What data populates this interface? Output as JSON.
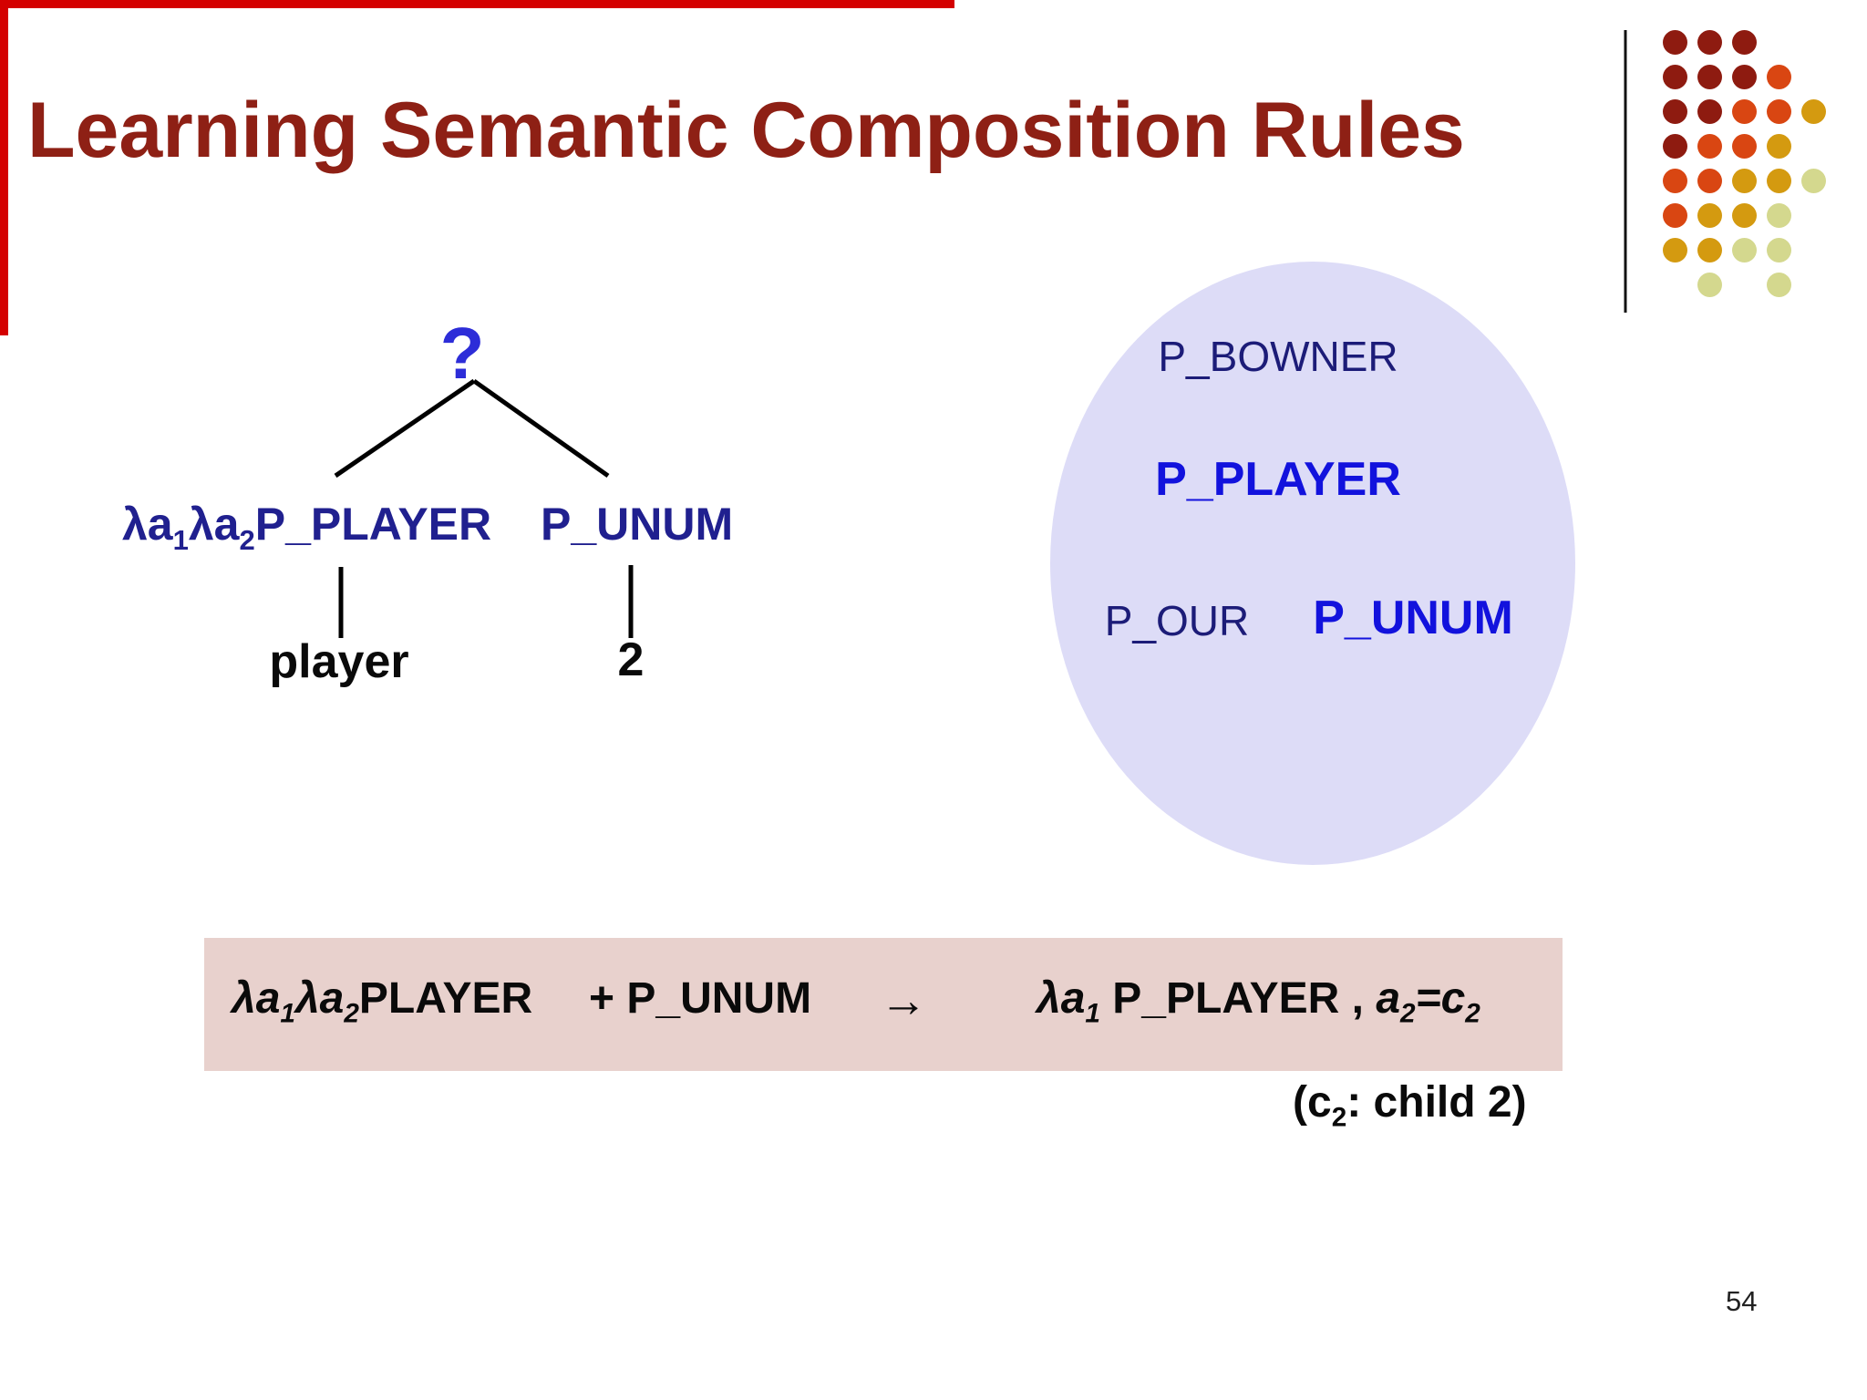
{
  "slide": {
    "title": "Learning Semantic Composition Rules",
    "page_number": "54"
  },
  "colors": {
    "title_maroon": "#8e2015",
    "accent_line_red": "#d40000",
    "tree_navy": "#20208f",
    "tree_bright_blue": "#1212dd",
    "tree_dim_navy": "#1c1c78",
    "question_blue": "#2d2dd8",
    "ellipse_fill": "#dddcf7",
    "rule_box_fill": "#e8d1cd",
    "text_black": "#0a0a0a"
  },
  "left_tree": {
    "root": "?",
    "left_node": {
      "l1": "λa",
      "s1": "1",
      "l2": "λa",
      "s2": "2",
      "rest": "P_PLAYER"
    },
    "right_node": "P_UNUM",
    "left_leaf": "player",
    "right_leaf": "2"
  },
  "right_tree": {
    "root": "P_BOWNER",
    "mid": "P_PLAYER",
    "left_leaf": "P_OUR",
    "right_leaf": "P_UNUM"
  },
  "rule": {
    "lhs": {
      "l1": "λa",
      "s1": "1",
      "l2": "λa",
      "s2": "2",
      "rest": "PLAYER"
    },
    "plus": "+",
    "operand2": "P_UNUM",
    "arrow": "→",
    "rhs": {
      "lam": "λa",
      "s1": "1",
      "pred": "P_PLAYER",
      "comma": ",",
      "a": "a",
      "s2": "2",
      "eq": "=",
      "c": "c",
      "s3": "2"
    }
  },
  "note": {
    "pre": "(c",
    "sub": "2",
    "post": ": child 2)"
  },
  "dots": {
    "palette": {
      "dr": "#8e1b10",
      "or": "#d94612",
      "go": "#d49a10",
      "pa": "#d4d88e"
    },
    "rows": [
      [
        "dr",
        "dr",
        "dr",
        null,
        null
      ],
      [
        "dr",
        "dr",
        "dr",
        "or",
        null
      ],
      [
        "dr",
        "dr",
        "or",
        "or",
        "go"
      ],
      [
        "dr",
        "or",
        "or",
        "go",
        null
      ],
      [
        "or",
        "or",
        "go",
        "go",
        "pa"
      ],
      [
        "or",
        "go",
        "go",
        "pa",
        null
      ],
      [
        "go",
        "go",
        "pa",
        "pa",
        null
      ],
      [
        null,
        "pa",
        null,
        "pa",
        null
      ]
    ]
  }
}
